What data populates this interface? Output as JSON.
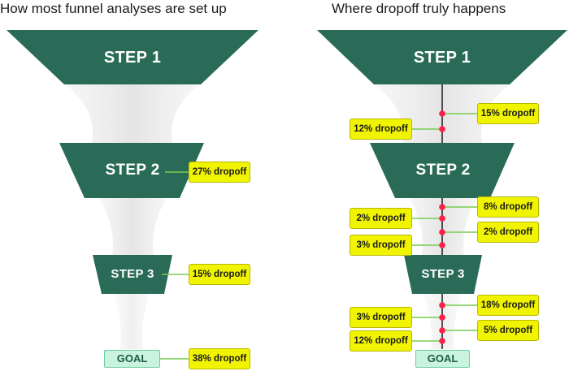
{
  "left_panel": {
    "title": "How most funnel analyses are set up",
    "steps": [
      "STEP 1",
      "STEP 2",
      "STEP 3"
    ],
    "goal": "GOAL",
    "dropoffs": [
      "27% dropoff",
      "15% dropoff",
      "38% dropoff"
    ]
  },
  "right_panel": {
    "title": "Where dropoff truly happens",
    "steps": [
      "STEP 1",
      "STEP 2",
      "STEP 3"
    ],
    "goal": "GOAL",
    "dropoffs_right": [
      "15% dropoff",
      "8% dropoff",
      "2% dropoff",
      "18% dropoff",
      "5% dropoff"
    ],
    "dropoffs_left": [
      "12% dropoff",
      "2% dropoff",
      "3% dropoff",
      "3% dropoff",
      "12% dropoff"
    ]
  },
  "colors": {
    "funnel": "#2a6b58",
    "goal_fill": "#c9f3dc",
    "tag_fill": "#f1f400",
    "dot": "#ff1e47",
    "connector": "#1a1a1a",
    "tag_line": "#7acc52"
  }
}
